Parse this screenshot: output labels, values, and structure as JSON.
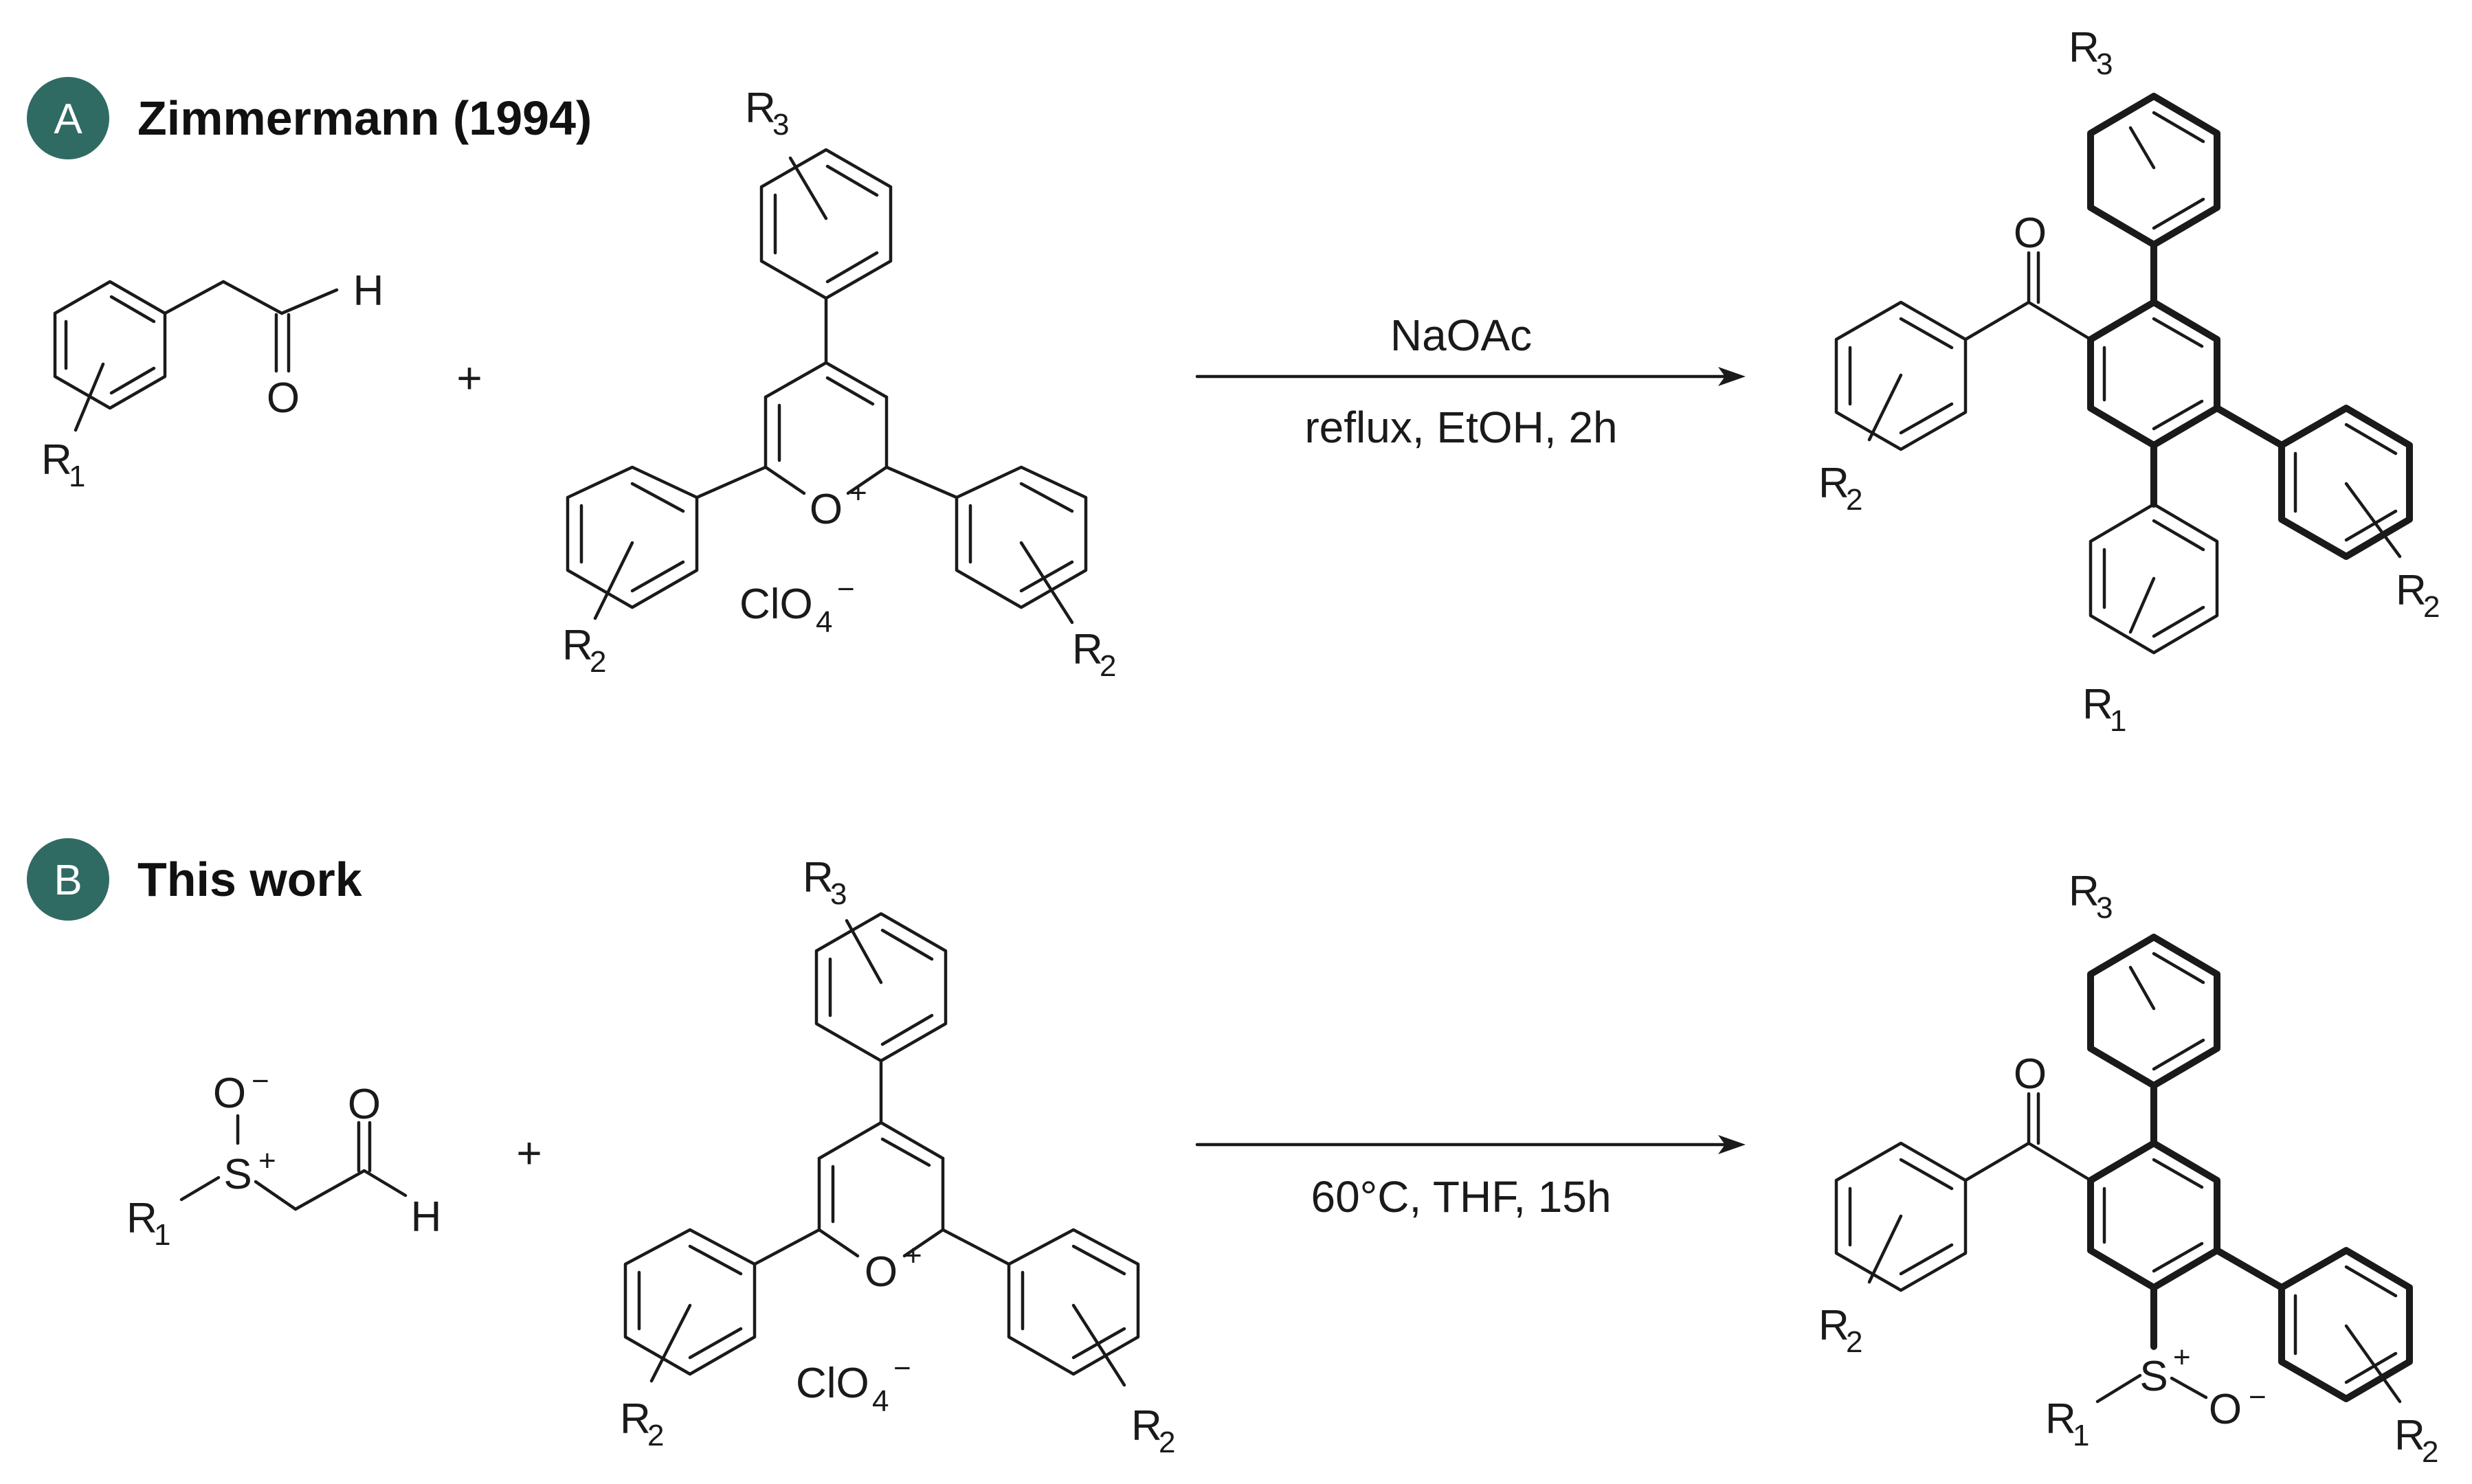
{
  "colors": {
    "badge": "#2f6b63",
    "ink": "#1a1a1a"
  },
  "panel_a": {
    "badge": "A",
    "title": "Zimmermann (1994)",
    "plus": "+",
    "reagent": "NaOAc",
    "conditions": "reflux, EtOH, 2h",
    "counterion": "ClO",
    "counterion_sub": "4",
    "counterion_sup": "−"
  },
  "panel_b": {
    "badge": "B",
    "title": "This work",
    "plus": "+",
    "conditions": "60°C, THF,  15h",
    "counterion": "ClO",
    "counterion_sub": "4",
    "counterion_sup": "−"
  },
  "labels": {
    "R": "R",
    "r1_sub": "1",
    "r2_sub": "2",
    "r3_sub": "3",
    "O": "O",
    "H": "H",
    "S": "S",
    "plus_charge": "+",
    "minus_charge": "−"
  }
}
